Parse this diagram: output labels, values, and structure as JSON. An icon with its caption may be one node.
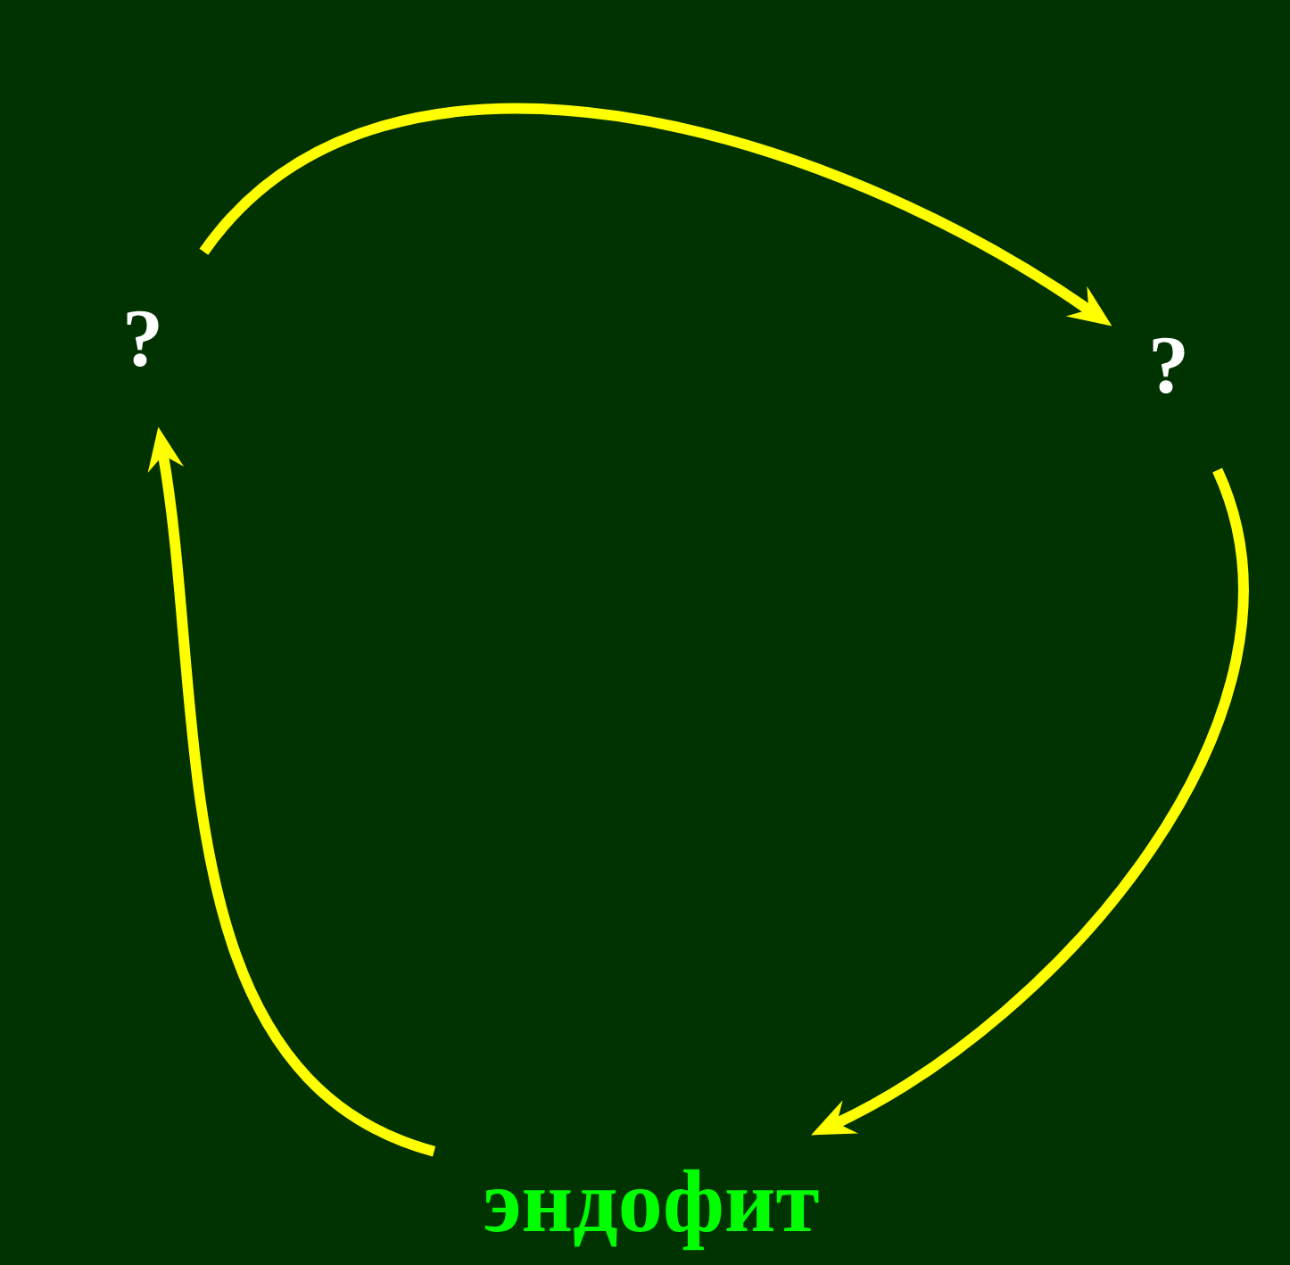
{
  "diagram": {
    "nodes": [
      {
        "text": [
          "?"
        ]
      },
      {
        "text": [
          "?"
        ]
      },
      {
        "text": [
          "эндофит"
        ]
      }
    ],
    "edges": [
      {
        "from": 0,
        "to": 1,
        "arrow": "to"
      },
      {
        "from": 1,
        "to": 2,
        "arrow": "to"
      },
      {
        "from": 2,
        "to": 0,
        "arrow": "to"
      }
    ]
  }
}
